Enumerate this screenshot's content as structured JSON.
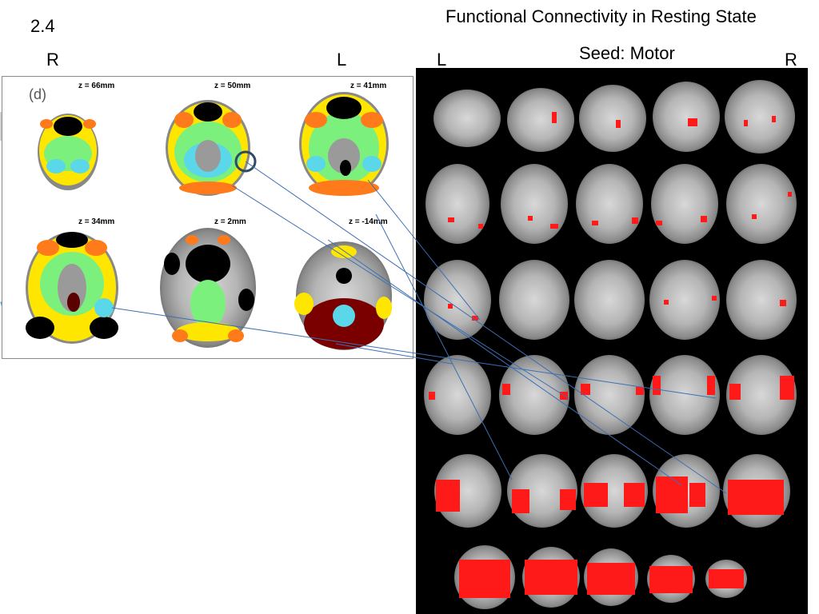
{
  "slide": {
    "number": "2.4"
  },
  "header": {
    "title": "Functional Connectivity in Resting State",
    "subtitle": "Seed: Motor"
  },
  "orientation": {
    "left_r": "R",
    "left_l": "L",
    "right_l": "L",
    "right_r": "R"
  },
  "left_panel": {
    "label": "(d)",
    "slices": [
      {
        "z": "z = 66mm"
      },
      {
        "z": "z = 50mm"
      },
      {
        "z": "z = 41mm"
      },
      {
        "z": "z = 34mm"
      },
      {
        "z": "z = 2mm"
      },
      {
        "z": "z = -14mm"
      }
    ],
    "cut_text": "ve"
  },
  "colors": {
    "activation_red": "#ff1a1a",
    "connector_line": "#3b6fb5",
    "seed_circle": "#2e4a66",
    "map_yellow": "#ffe600",
    "map_green": "#7cf07c",
    "map_cyan": "#5ad7e8",
    "map_orange": "#ff7a1a",
    "map_darkred": "#7a0000"
  }
}
